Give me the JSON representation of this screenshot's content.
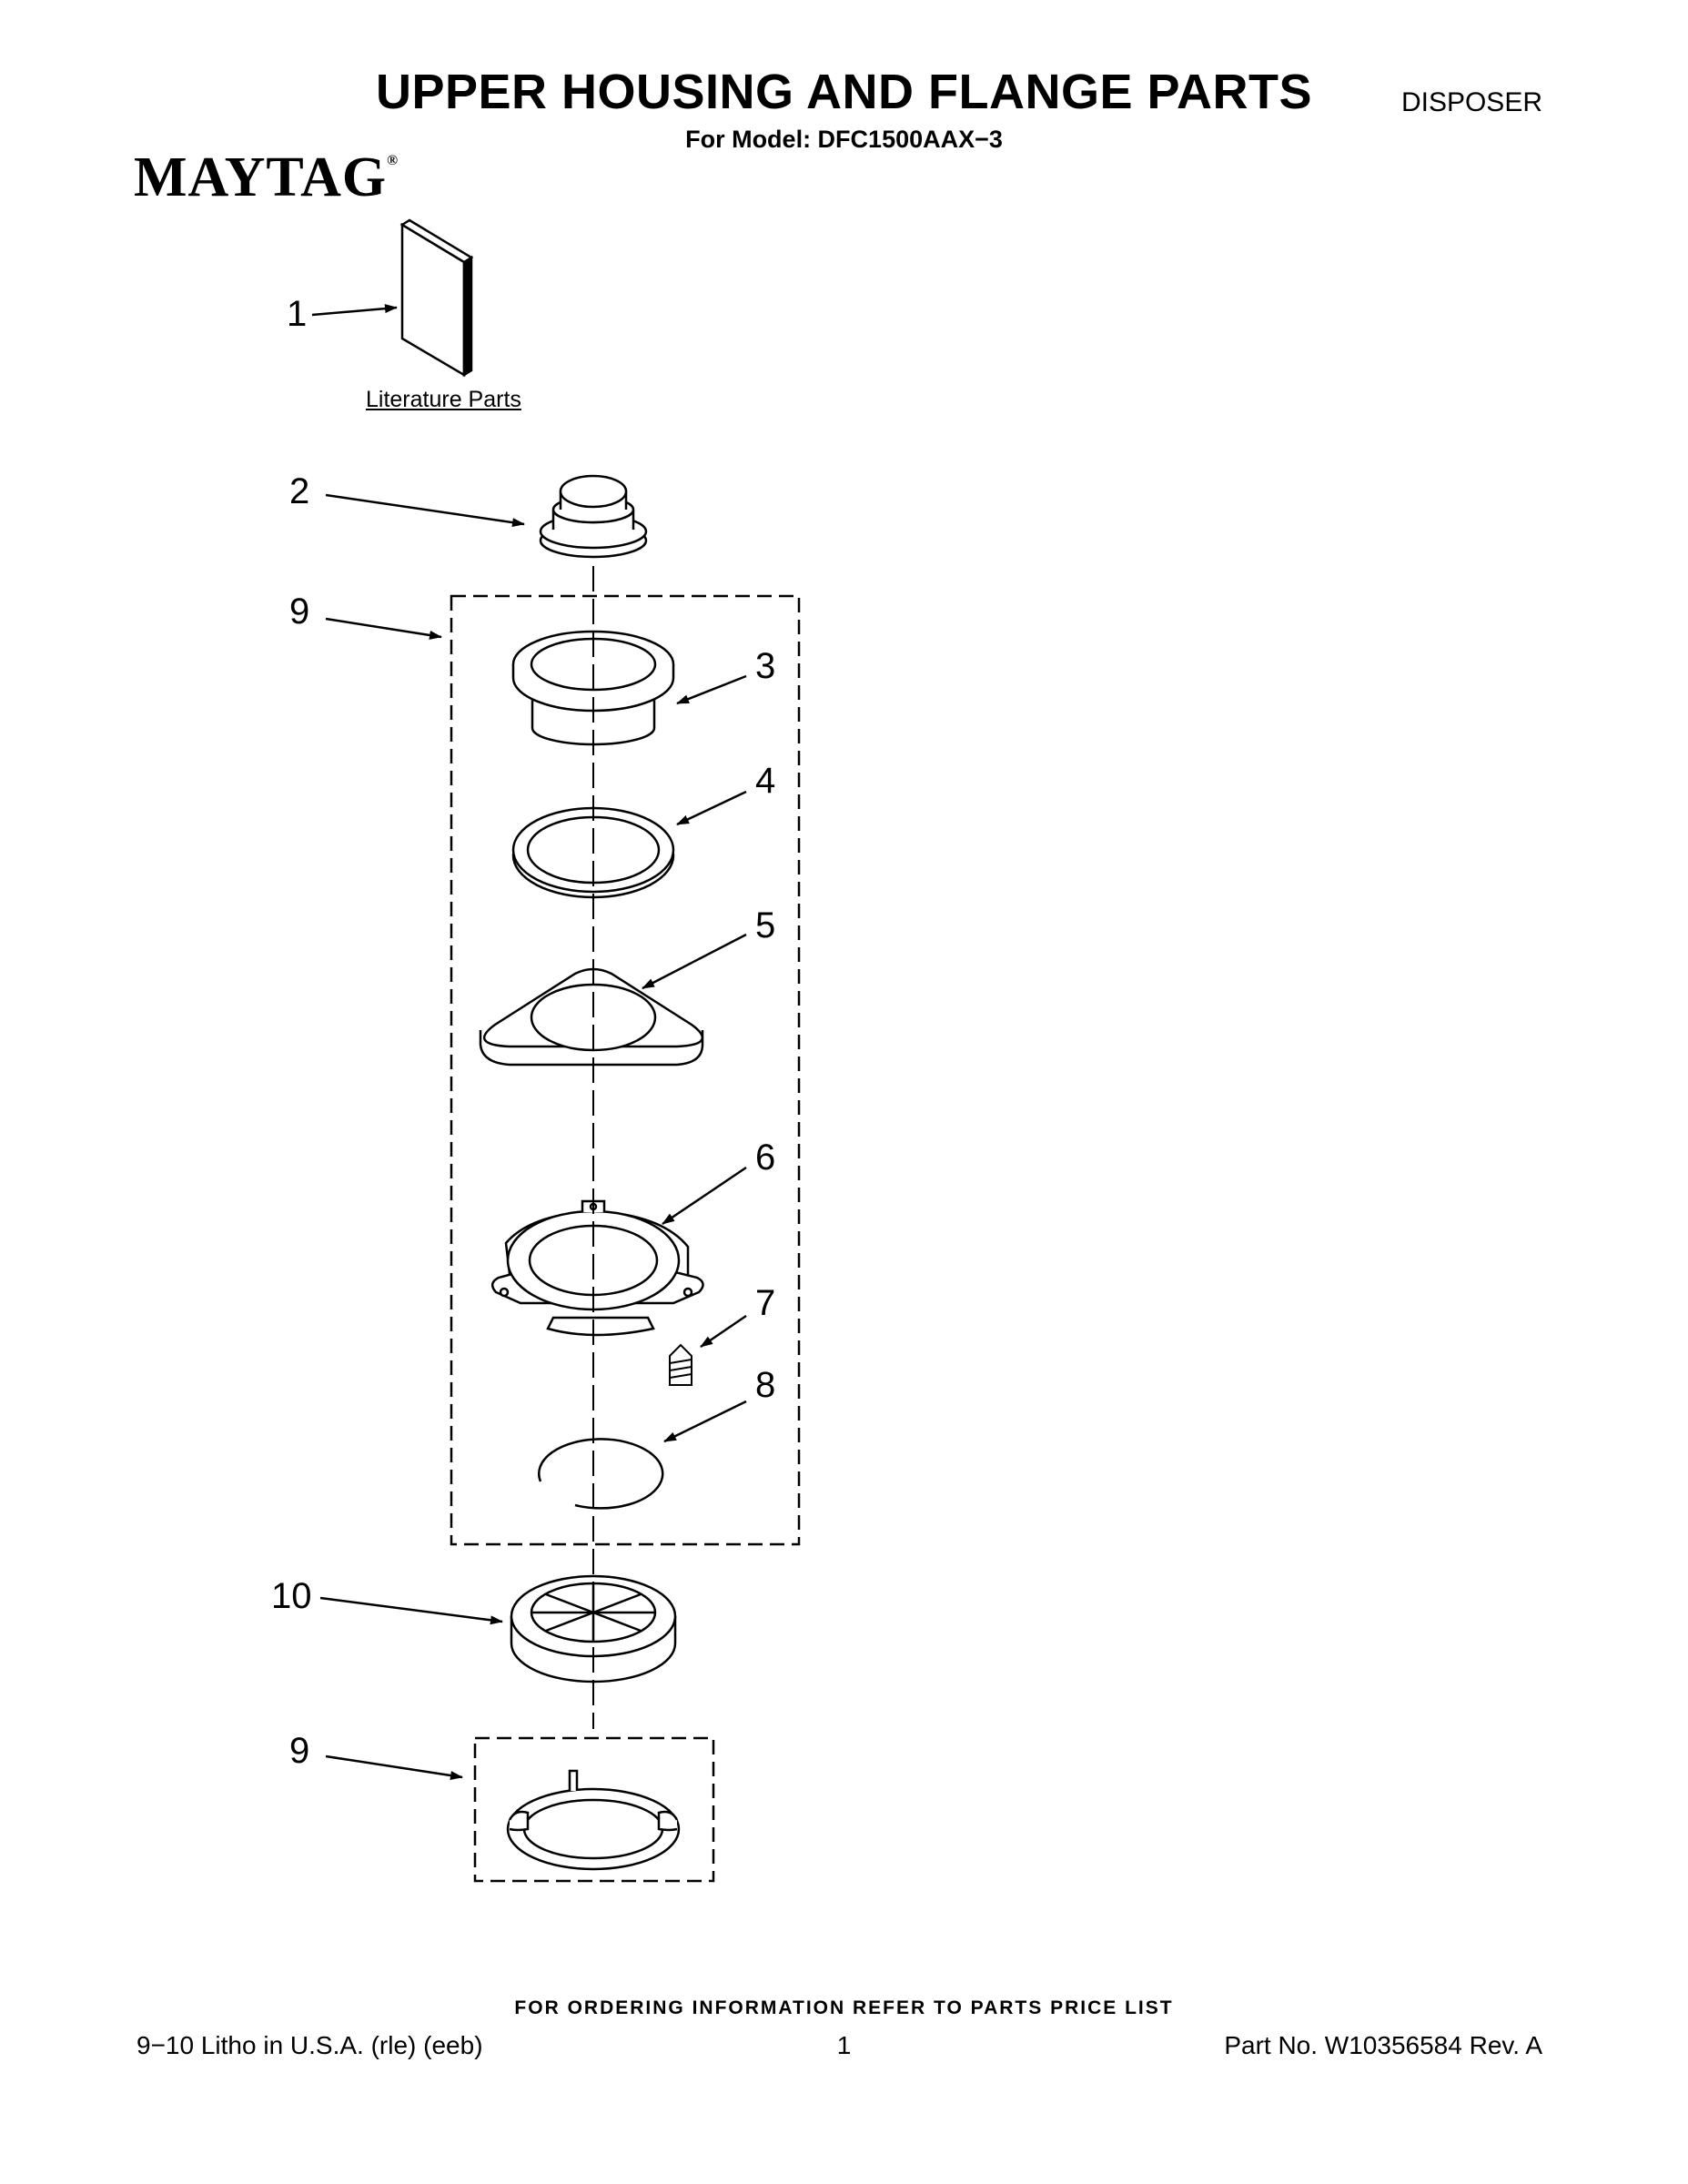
{
  "header": {
    "title": "UPPER HOUSING AND FLANGE PARTS",
    "subtitle": "For Model: DFC1500AAX−3",
    "category": "DISPOSER",
    "brand": "MAYTAG",
    "brand_mark": "®"
  },
  "diagram": {
    "literature_label": "Literature Parts",
    "callouts": [
      "1",
      "2",
      "9",
      "3",
      "4",
      "5",
      "6",
      "7",
      "8",
      "10",
      "9"
    ]
  },
  "footer": {
    "ordering_note": "FOR ORDERING INFORMATION REFER TO PARTS PRICE LIST",
    "print_info": "9−10 Litho in U.S.A. (rle) (eeb)",
    "page_number": "1",
    "part_number": "Part No. W10356584 Rev. A"
  }
}
